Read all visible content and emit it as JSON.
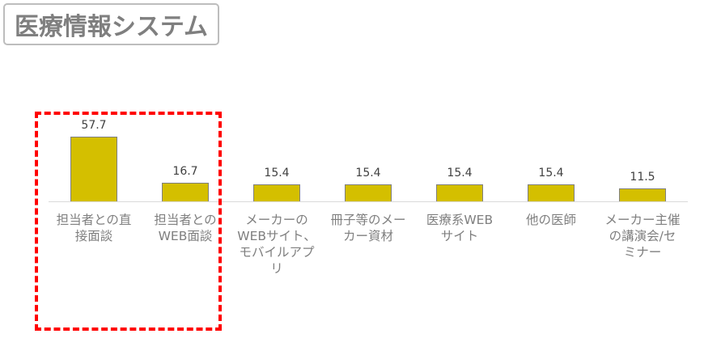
{
  "title": "医療情報システム",
  "colors": {
    "bar": "#d4bf00",
    "highlight": "#ff0000",
    "title_text": "#7f7f7f"
  },
  "chart_data": {
    "type": "bar",
    "title": "医療情報システム",
    "xlabel": "",
    "ylabel": "",
    "grid": false,
    "legend": null,
    "categories": [
      "担当者との直接面談",
      "担当者とのWEB面談",
      "メーカーのWEBサイト、モバイルアプリ",
      "冊子等のメーカー資材",
      "医療系WEBサイト",
      "他の医師",
      "メーカー主催の講演会/セミナー"
    ],
    "values": [
      57.7,
      16.7,
      15.4,
      15.4,
      15.4,
      15.4,
      11.5
    ],
    "value_labels": [
      "57.7",
      "16.7",
      "15.4",
      "15.4",
      "15.4",
      "15.4",
      "11.5"
    ],
    "display_labels": [
      "担当者との直\n接面談",
      "担当者との\nWEB面談",
      "メーカーの\nWEBサイト、\nモバイルアプ\nリ",
      "冊子等のメー\nカー資材",
      "医療系WEB\nサイト",
      "他の医師",
      "メーカー主催\nの講演会/セ\nミナー"
    ],
    "annotations": [
      "Red dashed box highlighting first two categories (担当者との直接面談, 担当者とのWEB面談)"
    ],
    "ylim": [
      0,
      60
    ]
  }
}
